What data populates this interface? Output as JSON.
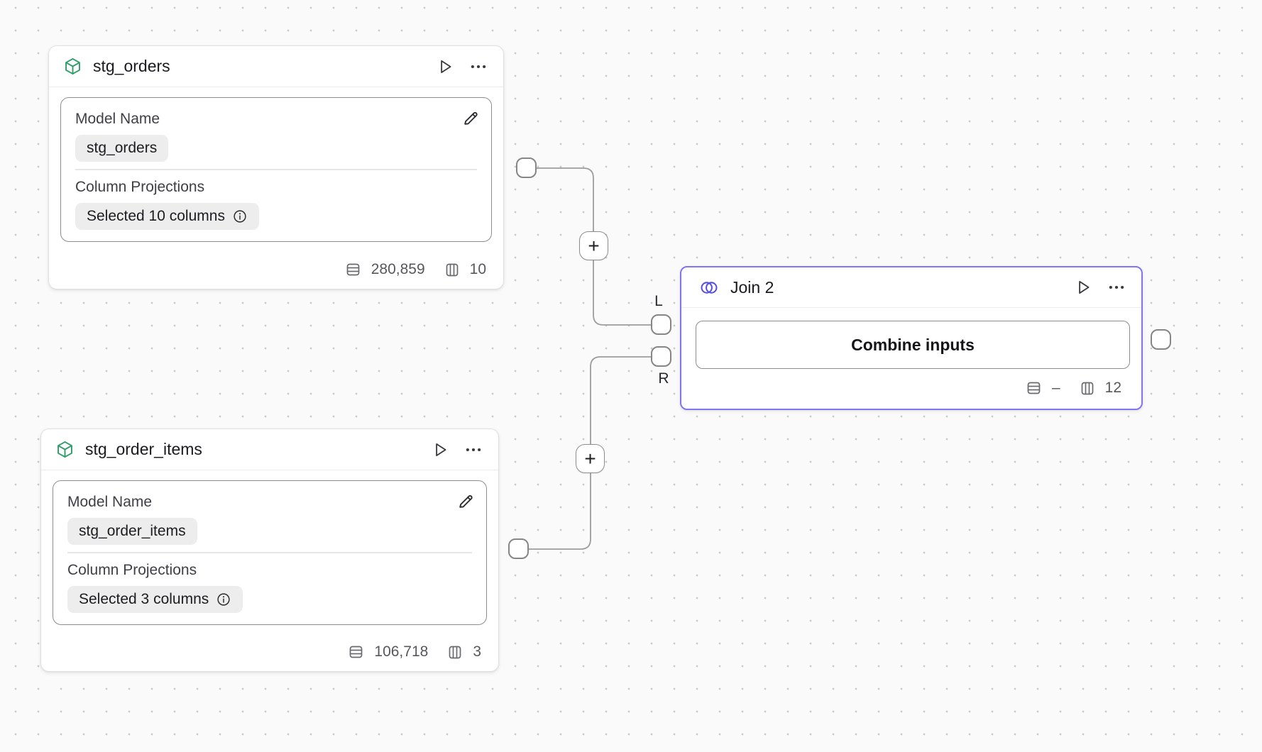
{
  "nodes": {
    "stg_orders": {
      "title": "stg_orders",
      "model_name_label": "Model Name",
      "model_name_value": "stg_orders",
      "projections_label": "Column Projections",
      "projections_value": "Selected 10 columns",
      "row_count": "280,859",
      "column_count": "10"
    },
    "stg_order_items": {
      "title": "stg_order_items",
      "model_name_label": "Model Name",
      "model_name_value": "stg_order_items",
      "projections_label": "Column Projections",
      "projections_value": "Selected 3 columns",
      "row_count": "106,718",
      "column_count": "3"
    },
    "join": {
      "title": "Join 2",
      "button_label": "Combine inputs",
      "row_count": "–",
      "column_count": "12"
    }
  },
  "edges": {
    "left_input_label": "L",
    "right_input_label": "R",
    "add_button_label": "+"
  },
  "icons": {
    "model_icon": "cube-icon",
    "join_icon": "venn-icon",
    "run_icon": "play-icon",
    "menu_icon": "ellipsis-icon",
    "edit_icon": "pencil-icon",
    "rows_icon": "table-rows-icon",
    "columns_icon": "table-columns-icon",
    "info_icon": "info-icon"
  },
  "colors": {
    "model_accent_green": "#2f9e68",
    "join_accent_indigo": "#564fe0",
    "join_border": "#8075f2",
    "edge_gray": "#9d9d9d",
    "canvas_bg": "#fafafa"
  }
}
